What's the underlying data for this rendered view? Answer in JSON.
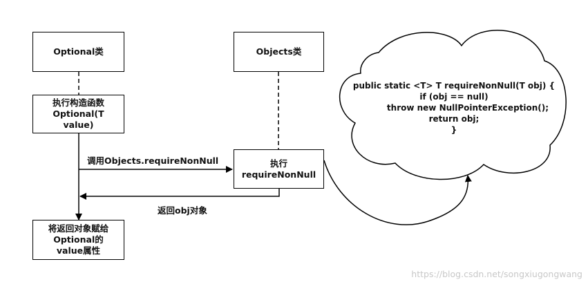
{
  "boxes": {
    "optional_class": "Optional类",
    "objects_class": "Objects类",
    "constructor_lines": [
      "执行构造函数",
      "Optional(T",
      "value)"
    ],
    "require_lines": [
      "执行",
      "requireNonNull"
    ],
    "assign_lines": [
      "将返回对象赋给",
      "Optional的",
      "value属性"
    ]
  },
  "arrows": {
    "call_label": "调用Objects.requireNonNull",
    "return_label": "返回obj对象"
  },
  "code_cloud": {
    "lines": [
      "public static <T> T requireNonNull(T obj) {",
      "if (obj == null)",
      "throw new NullPointerException();",
      "return obj;",
      "}"
    ]
  },
  "watermark": "https://blog.csdn.net/songxiugongwang"
}
